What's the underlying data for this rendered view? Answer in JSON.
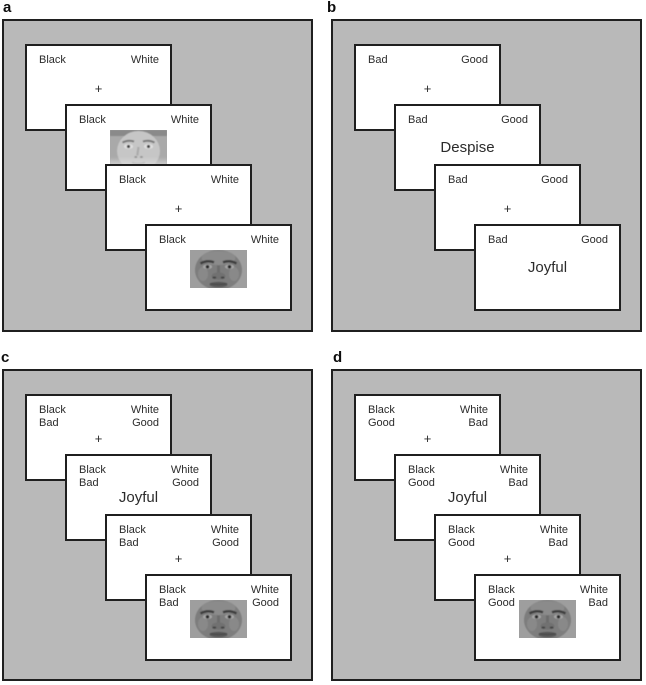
{
  "figure": {
    "description_colors": {
      "panel_background": "#b9b9b9",
      "card_background": "#ffffff",
      "border": "#1f1f1f",
      "text": "#2b2b2b"
    },
    "panels": [
      {
        "label": "a",
        "cards": [
          {
            "left1": "Black",
            "right1": "White",
            "type": "fixation",
            "stimulus": "+"
          },
          {
            "left1": "Black",
            "right1": "White",
            "type": "face",
            "stimulus_image": "white-male-face-photo"
          },
          {
            "left1": "Black",
            "right1": "White",
            "type": "fixation",
            "stimulus": "+"
          },
          {
            "left1": "Black",
            "right1": "White",
            "type": "face",
            "stimulus_image": "black-male-face-photo"
          }
        ]
      },
      {
        "label": "b",
        "cards": [
          {
            "left1": "Bad",
            "right1": "Good",
            "type": "fixation",
            "stimulus": "+"
          },
          {
            "left1": "Bad",
            "right1": "Good",
            "type": "word",
            "stimulus": "Despise"
          },
          {
            "left1": "Bad",
            "right1": "Good",
            "type": "fixation",
            "stimulus": "+"
          },
          {
            "left1": "Bad",
            "right1": "Good",
            "type": "word",
            "stimulus": "Joyful"
          }
        ]
      },
      {
        "label": "c",
        "cards": [
          {
            "left1": "Black",
            "left2": "Bad",
            "right1": "White",
            "right2": "Good",
            "type": "fixation",
            "stimulus": "+"
          },
          {
            "left1": "Black",
            "left2": "Bad",
            "right1": "White",
            "right2": "Good",
            "type": "word",
            "stimulus": "Joyful"
          },
          {
            "left1": "Black",
            "left2": "Bad",
            "right1": "White",
            "right2": "Good",
            "type": "fixation",
            "stimulus": "+"
          },
          {
            "left1": "Black",
            "left2": "Bad",
            "right1": "White",
            "right2": "Good",
            "type": "face",
            "stimulus_image": "black-male-face-photo"
          }
        ]
      },
      {
        "label": "d",
        "cards": [
          {
            "left1": "Black",
            "left2": "Good",
            "right1": "White",
            "right2": "Bad",
            "type": "fixation",
            "stimulus": "+"
          },
          {
            "left1": "Black",
            "left2": "Good",
            "right1": "White",
            "right2": "Bad",
            "type": "word",
            "stimulus": "Joyful"
          },
          {
            "left1": "Black",
            "left2": "Good",
            "right1": "White",
            "right2": "Bad",
            "type": "fixation",
            "stimulus": "+"
          },
          {
            "left1": "Black",
            "left2": "Good",
            "right1": "White",
            "right2": "Bad",
            "type": "face",
            "stimulus_image": "black-male-face-photo"
          }
        ]
      }
    ]
  }
}
